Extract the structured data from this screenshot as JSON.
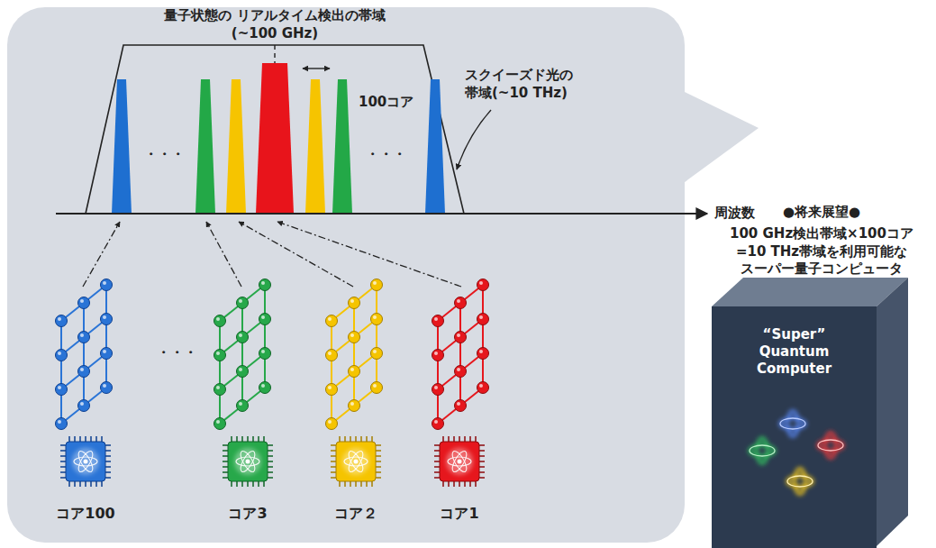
{
  "diagram": {
    "nodes": [
      {
        "text": [
          "コア100"
        ]
      },
      {
        "text": [
          "コア3"
        ]
      },
      {
        "text": [
          "コア２"
        ]
      },
      {
        "text": [
          "コア1"
        ]
      },
      {
        "text": [
          "“Super” Quantum Computer"
        ]
      }
    ],
    "labels": [
      "量子状態の リアルタイム検出の帯域(~100 GHz)",
      "・・・",
      "100コア",
      "・・・",
      "スクイーズド光の 帯域(~10 THz)",
      "周波数",
      "・・・",
      "●将来展望●",
      "100 GHz検出帯域×100コア =10 THz帯域を利用可能な スーパー量子コンピュータ"
    ]
  }
}
